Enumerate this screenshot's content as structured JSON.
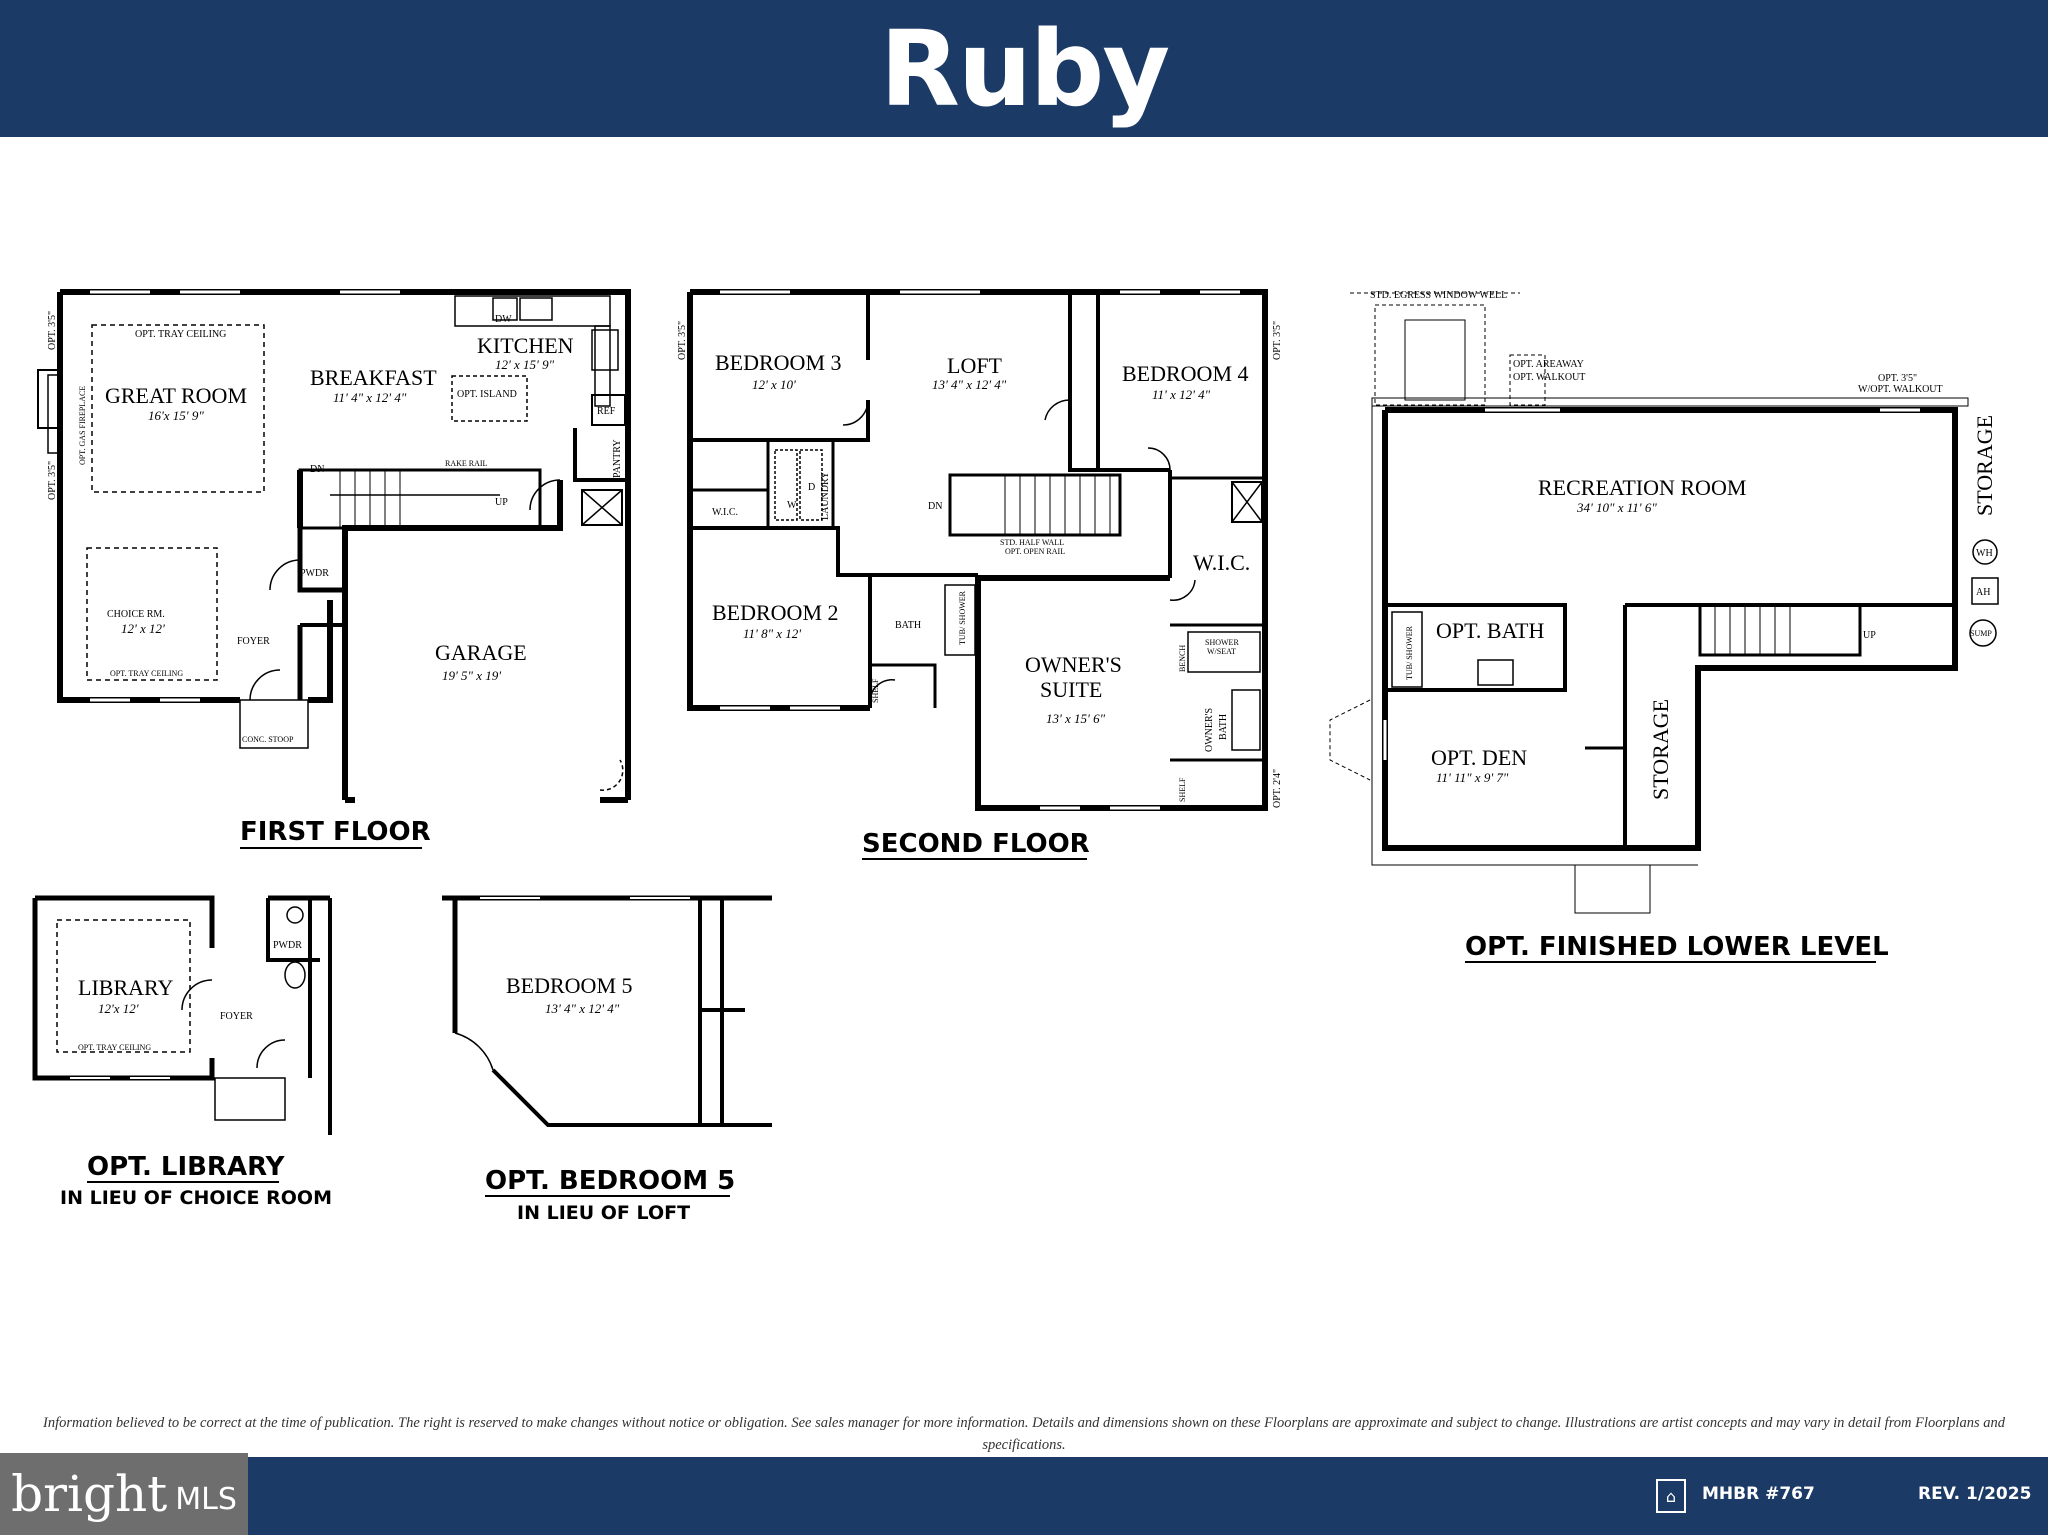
{
  "title": "Ruby",
  "first_floor": {
    "title": "FIRST FLOOR",
    "opt_tray_ceiling": "OPT. TRAY CEILING",
    "great_room": "GREAT ROOM",
    "great_room_dim": "16'x 15' 9\"",
    "breakfast": "BREAKFAST",
    "breakfast_dim": "11' 4\" x 12' 4\"",
    "kitchen": "KITCHEN",
    "kitchen_dim": "12' x 15' 9\"",
    "dw": "DW",
    "opt_island": "OPT. ISLAND",
    "ref": "REF",
    "pantry": "PANTRY",
    "opt_window_1": "OPT. 3'5\"",
    "opt_window_2": "OPT. 3'5\"",
    "opt_gas_fireplace": "OPT. GAS FIREPLACE",
    "dn": "DN",
    "up": "UP",
    "rake_rail": "RAKE RAIL",
    "pwdr": "PWDR",
    "foyer": "FOYER",
    "choice_room": "CHOICE RM.",
    "choice_room_dim": "12' x 12'",
    "garage": "GARAGE",
    "garage_dim": "19' 5\" x 19'",
    "conc_stoop": "CONC. STOOP"
  },
  "second_floor": {
    "title": "SECOND FLOOR",
    "bedroom3": "BEDROOM 3",
    "bedroom3_dim": "12' x 10'",
    "loft": "LOFT",
    "loft_dim": "13' 4\" x 12' 4\"",
    "bedroom4": "BEDROOM 4",
    "bedroom4_dim": "11' x 12' 4\"",
    "opt_window_left": "OPT. 3'5\"",
    "opt_window_right": "OPT. 3'5\"",
    "opt_window_bottom": "OPT. 2'4\"",
    "wic": "W.I.C.",
    "laundry": "LAUNDRY",
    "w": "W",
    "d": "D",
    "dn": "DN",
    "half_wall": "STD. HALF WALL",
    "open_rail": "OPT. OPEN RAIL",
    "wic2": "W.I.C.",
    "bedroom2": "BEDROOM 2",
    "bedroom2_dim": "11' 8\" x 12'",
    "bath": "BATH",
    "tub_shower": "TUB/ SHOWER",
    "shelf": "SHELF",
    "owners_suite_1": "OWNER'S",
    "owners_suite_2": "SUITE",
    "owners_suite_dim": "13' x 15' 6\"",
    "bench": "BENCH",
    "shower_seat_1": "SHOWER",
    "shower_seat_2": "W/SEAT",
    "owners_bath_1": "OWNER'S",
    "owners_bath_2": "BATH",
    "shelf2": "SHELF"
  },
  "lower_level": {
    "title": "OPT. FINISHED LOWER LEVEL",
    "egress": "STD. EGRESS WINDOW WELL",
    "areaway_1": "OPT. AREAWAY",
    "areaway_2": "OPT. WALKOUT",
    "walkout_1": "OPT. 3'5\"",
    "walkout_2": "W/OPT. WALKOUT",
    "recreation": "RECREATION ROOM",
    "recreation_dim": "34' 10\" x 11' 6\"",
    "storage_right": "STORAGE",
    "wh": "WH",
    "ah": "AH",
    "sump": "SUMP",
    "up": "UP",
    "opt_bath": "OPT. BATH",
    "tub_shower": "TUB/ SHOWER",
    "opt_den": "OPT. DEN",
    "opt_den_dim": "11' 11\" x 9' 7\"",
    "storage_mid": "STORAGE"
  },
  "opt_library": {
    "title": "OPT. LIBRARY",
    "subtitle": "IN LIEU OF CHOICE ROOM",
    "library": "LIBRARY",
    "library_dim": "12'x 12'",
    "tray": "OPT. TRAY CEILING",
    "pwdr": "PWDR",
    "foyer": "FOYER"
  },
  "opt_bedroom5": {
    "title": "OPT. BEDROOM 5",
    "subtitle": "IN LIEU OF LOFT",
    "bedroom5": "BEDROOM 5",
    "bedroom5_dim": "13' 4\" x 12' 4\""
  },
  "disclaimer": "Information believed to be correct at the time of publication. The right is reserved to make changes without notice or obligation. See sales manager for more information. Details and dimensions shown on these Floorplans are approximate and subject to change. Illustrations are artist concepts and may vary in detail from Floorplans and specifications.",
  "footer": {
    "brand": "bright",
    "brand_suffix": "MLS",
    "mhbr": "MHBR #767",
    "rev": "REV. 1/2025"
  }
}
